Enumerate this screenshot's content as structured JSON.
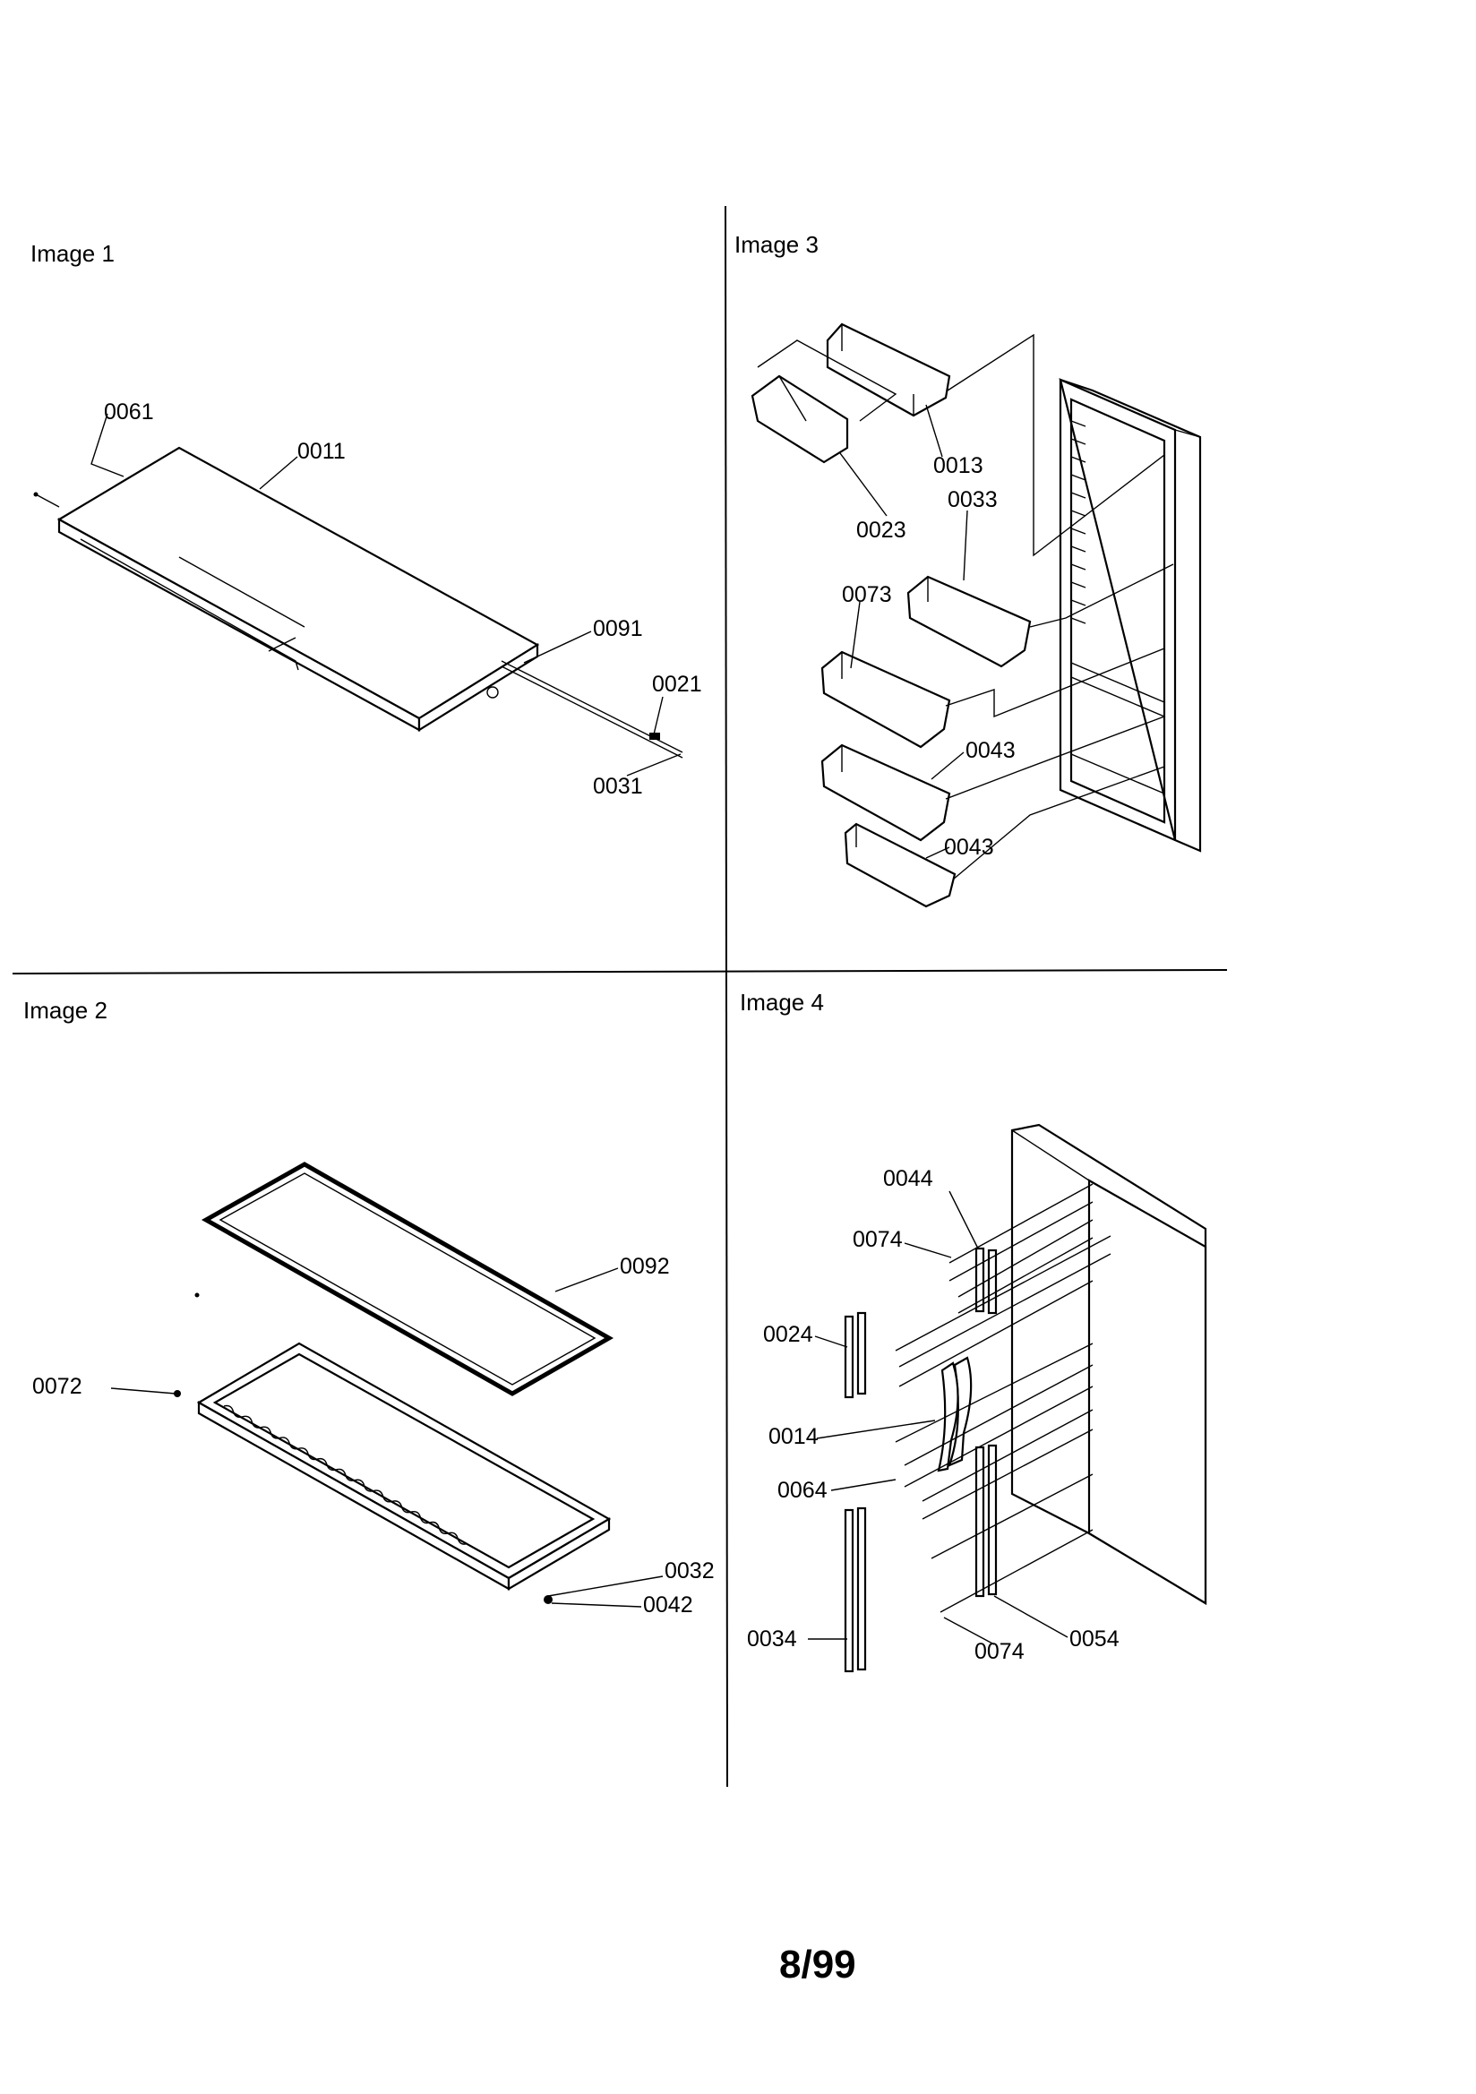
{
  "panels": {
    "image1": {
      "title": "Image 1",
      "callouts": {
        "c0061": "0061",
        "c0011": "0011",
        "c0091": "0091",
        "c0021": "0021",
        "c0031": "0031"
      }
    },
    "image2": {
      "title": "Image 2",
      "callouts": {
        "c0092": "0092",
        "c0072": "0072",
        "c0032": "0032",
        "c0042": "0042"
      }
    },
    "image3": {
      "title": "Image 3",
      "callouts": {
        "c0013": "0013",
        "c0023": "0023",
        "c0033": "0033",
        "c0073": "0073",
        "c0043a": "0043",
        "c0043b": "0043"
      }
    },
    "image4": {
      "title": "Image 4",
      "callouts": {
        "c0044": "0044",
        "c0074a": "0074",
        "c0024": "0024",
        "c0014": "0014",
        "c0064": "0064",
        "c0034": "0034",
        "c0074b": "0074",
        "c0054": "0054"
      }
    }
  },
  "page_number": "8/99"
}
